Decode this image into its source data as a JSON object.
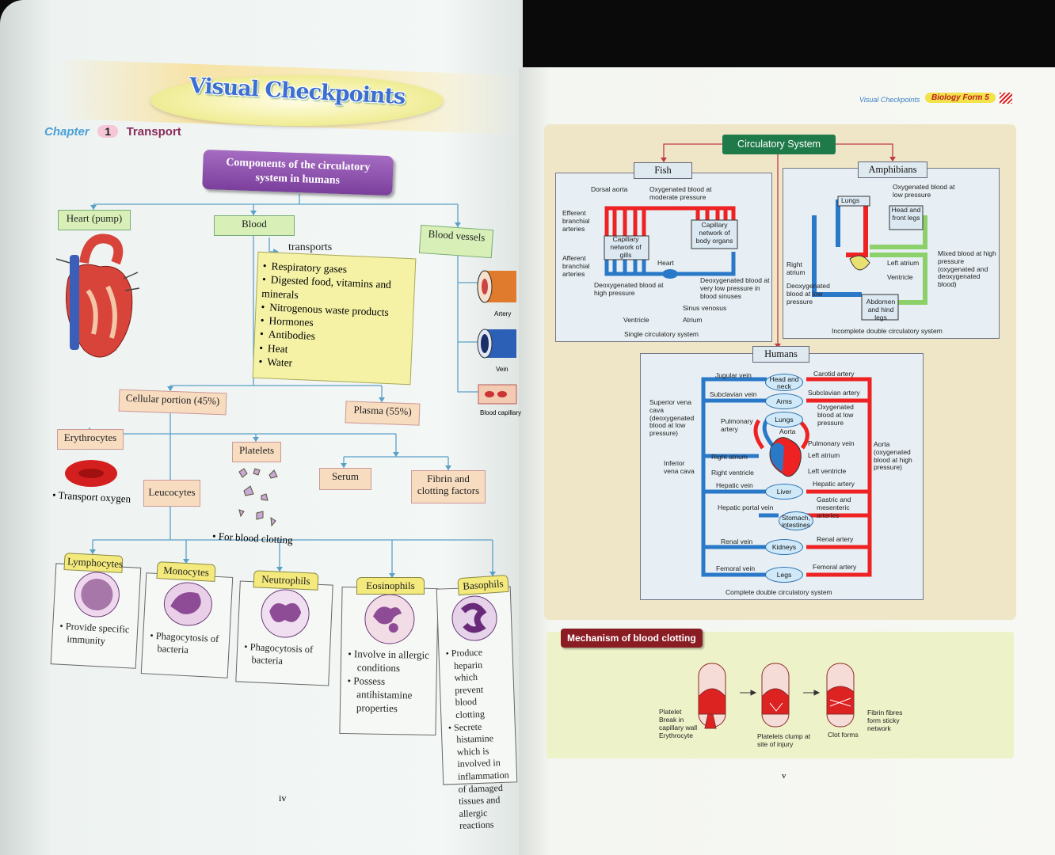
{
  "left_page": {
    "banner": "Visual Checkpoints",
    "chapter_label": "Chapter",
    "chapter_number": "1",
    "chapter_title": "Transport",
    "main_box": "Components of the circulatory system in humans",
    "heart": "Heart (pump)",
    "blood": "Blood",
    "vessels": "Blood vessels",
    "transports": "transports",
    "transported_items": [
      "Respiratory gases",
      "Digested food, vitamins and minerals",
      "Nitrogenous waste products",
      "Hormones",
      "Antibodies",
      "Heat",
      "Water"
    ],
    "vessel_labels": [
      "Artery",
      "Vein",
      "Blood capillary"
    ],
    "cellular": "Cellular portion (45%)",
    "plasma": "Plasma (55%)",
    "erythrocytes": "Erythrocytes",
    "erythrocytes_note": "• Transport oxygen",
    "platelets": "Platelets",
    "platelets_note": "• For blood clotting",
    "leucocytes": "Leucocytes",
    "serum": "Serum",
    "fibrin": "Fibrin and clotting factors",
    "wbc": [
      {
        "name": "Lymphocytes",
        "notes": [
          "Provide specific immunity"
        ]
      },
      {
        "name": "Monocytes",
        "notes": [
          "Phagocytosis of bacteria"
        ]
      },
      {
        "name": "Neutrophils",
        "notes": [
          "Phagocytosis of bacteria"
        ]
      },
      {
        "name": "Eosinophils",
        "notes": [
          "Involve in allergic conditions",
          "Possess antihistamine properties"
        ]
      },
      {
        "name": "Basophils",
        "notes": [
          "Produce heparin which prevent blood clotting",
          "Secrete histamine which is involved in inflammation of damaged tissues and allergic reactions"
        ]
      }
    ],
    "page_number": "iv"
  },
  "right_page": {
    "running_head": "Visual Checkpoints",
    "book_badge": "Biology Form 5",
    "circ_title": "Circulatory System",
    "fish": {
      "title": "Fish",
      "labels": [
        "Dorsal aorta",
        "Oxygenated blood at moderate pressure",
        "Efferent branchial arteries",
        "Capillary network of gills",
        "Capillary network of body organs",
        "Afferent branchial arteries",
        "Heart",
        "Deoxygenated blood at high pressure",
        "Deoxygenated blood at very low pressure in blood sinuses",
        "Sinus venosus",
        "Ventricle",
        "Atrium"
      ],
      "caption": "Single circulatory system"
    },
    "amphibians": {
      "title": "Amphibians",
      "labels": [
        "Lungs",
        "Oxygenated blood at low pressure",
        "Head and front legs",
        "Right atrium",
        "Left atrium",
        "Ventricle",
        "Mixed blood at high pressure (oxygenated and deoxygenated blood)",
        "Deoxygenated blood at low pressure",
        "Abdomen and hind legs"
      ],
      "caption": "Incomplete double circulatory system"
    },
    "humans": {
      "title": "Humans",
      "organs": [
        "Head and neck",
        "Arms",
        "Lungs",
        "Liver",
        "Stomach, intestines",
        "Kidneys",
        "Legs"
      ],
      "left_labels": [
        "Jugular vein",
        "Subclavian vein",
        "Superior vena cava (deoxygenated blood at low pressure)",
        "Pulmonary artery",
        "Inferior vena cava",
        "Right atrium",
        "Right ventricle",
        "Hepatic vein",
        "Hepatic portal vein",
        "Renal vein",
        "Femoral vein"
      ],
      "right_labels": [
        "Carotid artery",
        "Subclavian artery",
        "Oxygenated blood at low pressure",
        "Aorta",
        "Pulmonary vein",
        "Left atrium",
        "Left ventricle",
        "Hepatic artery",
        "Gastric and mesenteric arteries",
        "Renal artery",
        "Femoral artery",
        "Aorta (oxygenated blood at high pressure)"
      ],
      "caption": "Complete double circulatory system"
    },
    "clotting_title": "Mechanism of blood clotting",
    "clotting_labels": [
      "Platelet",
      "Break in capillary wall",
      "Erythrocyte",
      "Platelets clump at site of injury",
      "Clot forms",
      "Fibrin fibres form sticky network"
    ],
    "page_number": "v"
  }
}
